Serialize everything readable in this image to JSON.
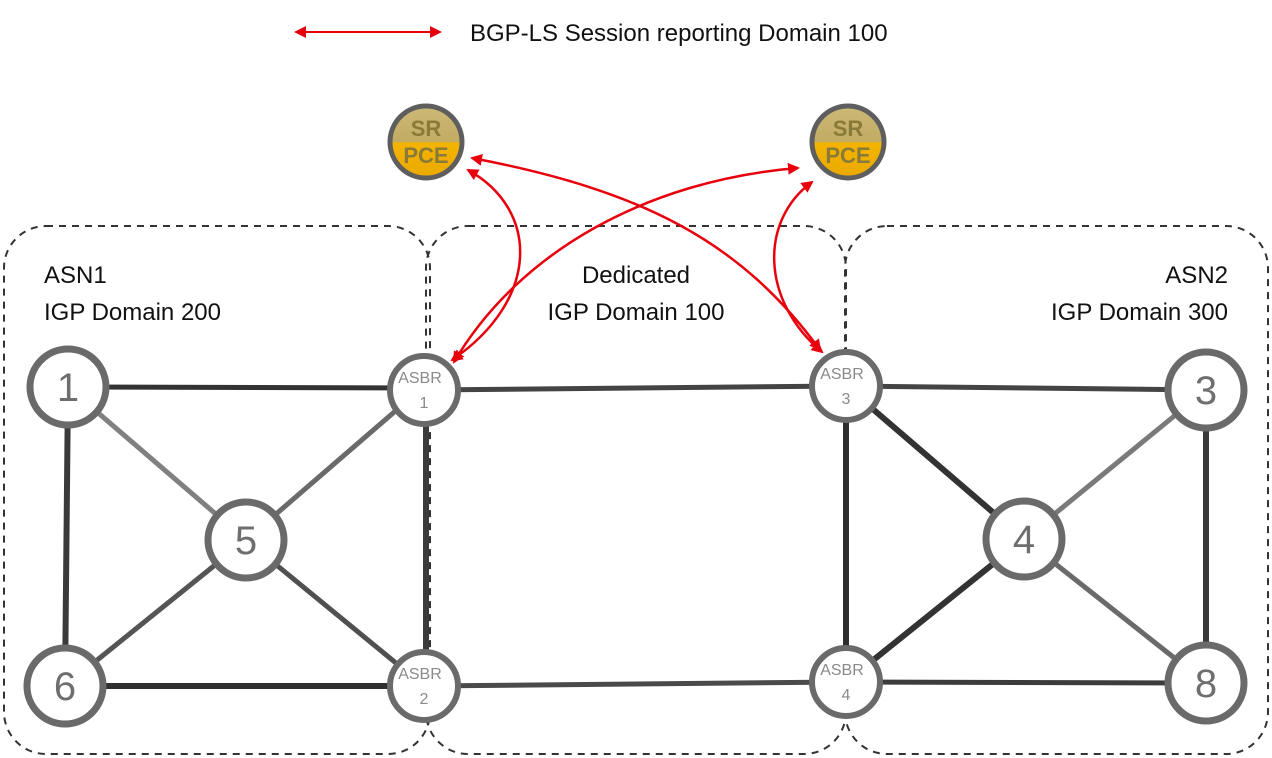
{
  "legend": {
    "label": "BGP-LS Session reporting Domain 100"
  },
  "domains": {
    "left": {
      "line1": "ASN1",
      "line2": "IGP Domain 200"
    },
    "center": {
      "line1": "Dedicated",
      "line2": "IGP Domain 100"
    },
    "right": {
      "line1": "ASN2",
      "line2": "IGP Domain 300"
    }
  },
  "pce": {
    "left": {
      "line1": "SR",
      "line2": "PCE"
    },
    "right": {
      "line1": "SR",
      "line2": "PCE"
    }
  },
  "nodes": {
    "n1": "1",
    "n3": "3",
    "n4": "4",
    "n5": "5",
    "n6": "6",
    "n8": "8",
    "asbr1": {
      "label": "ASBR",
      "num": "1"
    },
    "asbr2": {
      "label": "ASBR",
      "num": "2"
    },
    "asbr3": {
      "label": "ASBR",
      "num": "3"
    },
    "asbr4": {
      "label": "ASBR",
      "num": "4"
    }
  },
  "colors": {
    "session_arrow": "#e8000d",
    "pce_fill": "#f2b300",
    "pce_top": "#c8b168",
    "link_dark": "#333333",
    "link_light": "#8c8c8c",
    "node_stroke": "#6a6a6a"
  }
}
